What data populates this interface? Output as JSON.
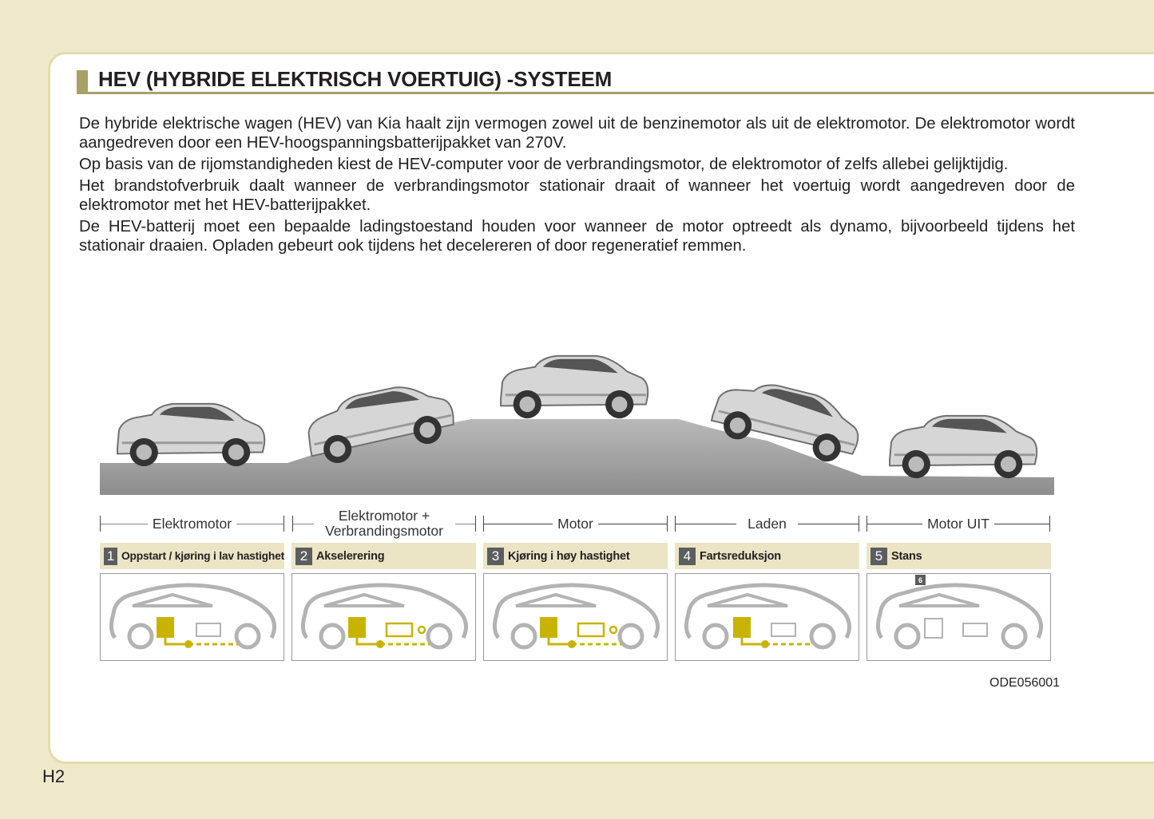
{
  "title": "HEV (HYBRIDE ELEKTRISCH VOERTUIG) -SYSTEEM",
  "paragraphs": [
    "De hybride elektrische wagen (HEV) van Kia haalt zijn vermogen zowel uit de benzinemotor als uit de elektromotor. De elektromotor wordt aangedreven door een HEV-hoogspanningsbatterijpakket van 270V.",
    "Op basis van de rijomstandigheden kiest de HEV-computer voor de verbrandingsmotor, de elektromotor of zelfs allebei gelijktijdig.",
    "Het brandstofverbruik daalt wanneer de verbrandingsmotor stationair draait of wanneer het voertuig wordt aangedreven door de elektromotor met het HEV-batterijpakket.",
    "De HEV-batterij moet een bepaalde ladingstoestand houden voor wanneer de motor optreedt als dynamo, bijvoorbeeld tijdens het stationair draaien. Opladen gebeurt ook tijdens het decelereren of door regeneratief remmen."
  ],
  "phases": [
    {
      "label": "Elektromotor"
    },
    {
      "label": "Elektromotor + Verbrandingsmotor"
    },
    {
      "label": "Motor"
    },
    {
      "label": "Laden"
    },
    {
      "label": "Motor UIT"
    }
  ],
  "steps": [
    {
      "num": "1",
      "label": "Oppstart / kjøring i lav hastighet"
    },
    {
      "num": "2",
      "label": "Akselerering"
    },
    {
      "num": "3",
      "label": "Kjøring i høy hastighet"
    },
    {
      "num": "4",
      "label": "Fartsreduksjon"
    },
    {
      "num": "5",
      "label": "Stans"
    }
  ],
  "diagram_badge": "6",
  "figure_code": "ODE056001",
  "page_number": "H2",
  "colors": {
    "accent": "#a9a06a",
    "power_flow": "#c8b400",
    "step_bg": "#ebe5c6"
  }
}
